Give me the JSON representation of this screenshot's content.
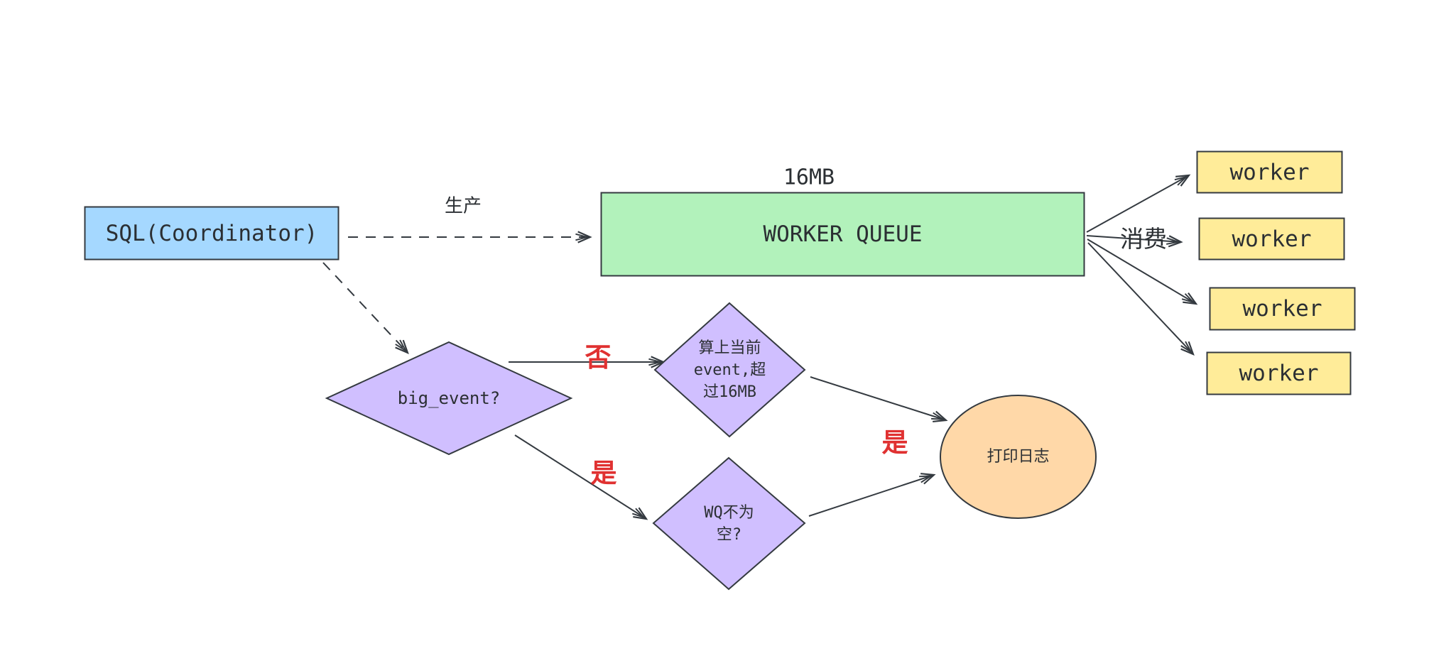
{
  "diagram": {
    "background": "#ffffff",
    "stroke_color": "#343a40",
    "red_label_color": "#e03131",
    "nodes": {
      "coordinator": {
        "label": "SQL(Coordinator)",
        "fill": "#a5d8ff",
        "shape": "rectangle"
      },
      "queue": {
        "label": "WORKER QUEUE",
        "size_caption": "16MB",
        "fill": "#b2f2bb",
        "shape": "rectangle"
      },
      "big_event": {
        "label": "big_event?",
        "fill": "#d0bfff",
        "shape": "diamond"
      },
      "over_limit": {
        "label": "算上当前\nevent,超\n过16MB",
        "fill": "#d0bfff",
        "shape": "diamond"
      },
      "wq_not_empty": {
        "label": "WQ不为\n空?",
        "fill": "#d0bfff",
        "shape": "diamond"
      },
      "print_log": {
        "label": "打印日志",
        "fill": "#ffd8a8",
        "shape": "ellipse"
      },
      "worker_fill": "#ffec99",
      "workers": [
        {
          "label": "worker"
        },
        {
          "label": "worker"
        },
        {
          "label": "worker"
        },
        {
          "label": "worker"
        }
      ]
    },
    "edge_labels": {
      "produce": "生产",
      "consume": "消费",
      "no": "否",
      "yes_to_wq": "是",
      "yes_to_log": "是"
    }
  }
}
